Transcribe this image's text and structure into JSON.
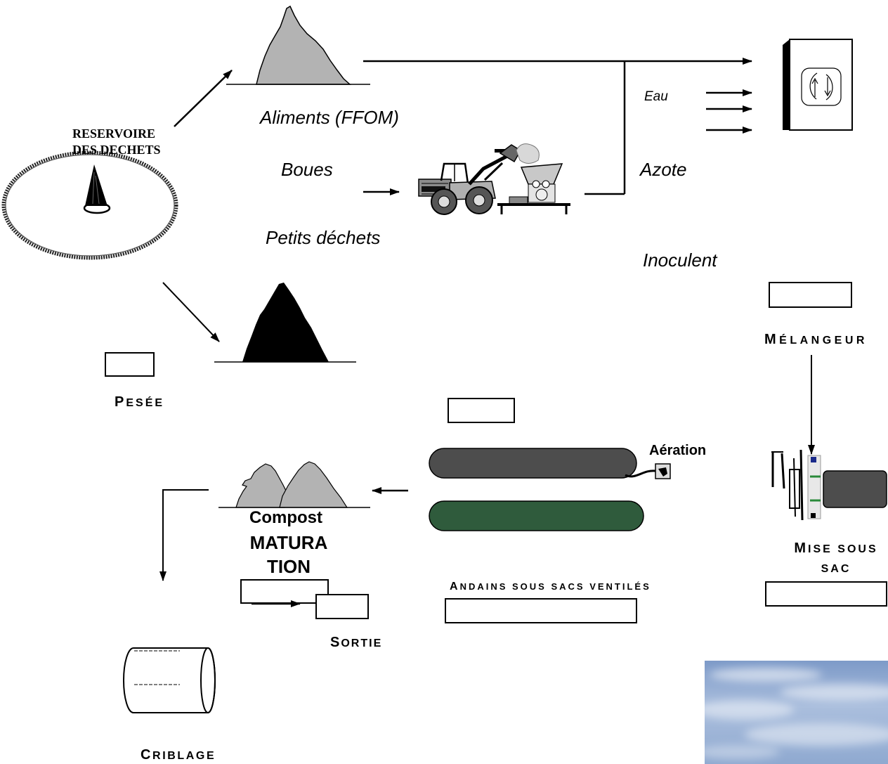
{
  "reservoir": {
    "label": "RESERVOIRE DES DECHETS"
  },
  "inputs": {
    "aliments": "Aliments (FFOM)",
    "boues": "Boues",
    "petits_dechets": "Petits déchets"
  },
  "additives": {
    "eau": "Eau",
    "azote": "Azote",
    "inoculent": "Inoculent"
  },
  "stages": {
    "melangeur": "MÉLANGEUR",
    "pesee": "PESÉE",
    "mise_sous_sac": "MISE SOUS SAC",
    "aeration": "Aération",
    "andains": "ANDAINS SOUS SACS VENTILÉS",
    "compost": "Compost",
    "maturation": "MATURATION",
    "criblage": "CRIBLAGE",
    "sortie": "SORTIE"
  },
  "colors": {
    "pile_gray": "#b3b3b3",
    "pile_black": "#000000",
    "windrow_dark": "#4d4d4d",
    "windrow_green": "#2f5b3c",
    "bagger_block": "#4d4d4d"
  }
}
